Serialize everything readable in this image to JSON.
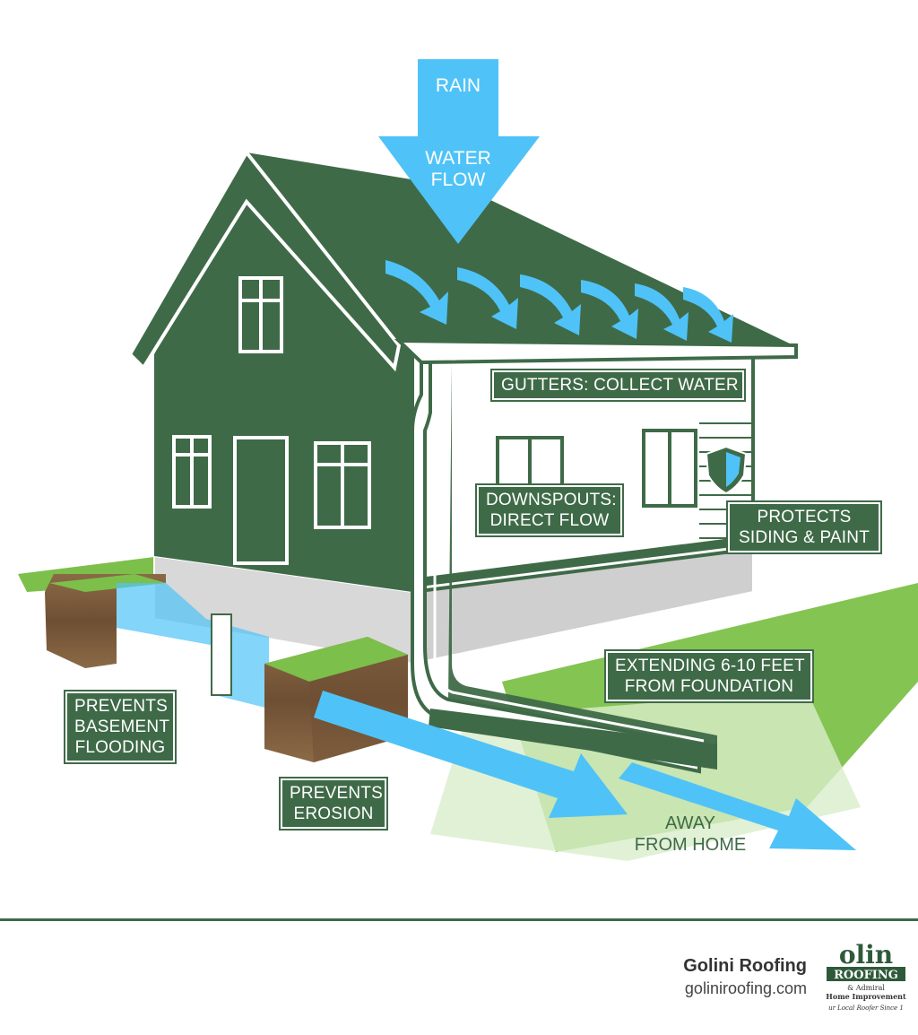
{
  "diagram": {
    "rain_label": "RAIN",
    "water_flow_label": [
      "WATER",
      "FLOW"
    ],
    "labels": {
      "gutters": "GUTTERS: COLLECT WATER",
      "downspouts": [
        "DOWNSPOUTS:",
        "DIRECT FLOW"
      ],
      "siding": [
        "PROTECTS",
        "SIDING & PAINT"
      ],
      "extending": [
        "EXTENDING 6-10 FEET",
        "FROM FOUNDATION"
      ],
      "basement": [
        "PREVENTS",
        "BASEMENT",
        "FLOODING"
      ],
      "erosion": [
        "PREVENTS",
        "EROSION"
      ],
      "away": [
        "AWAY",
        "FROM HOME"
      ]
    }
  },
  "footer": {
    "brand_name": "Golini Roofing",
    "brand_url": "goliniroofing.com",
    "logo": {
      "top": "olin",
      "band": "ROOFING",
      "line1": "& Admiral",
      "line2": "Home Improvement",
      "tagline": "ur Local Roofer Since 1"
    }
  },
  "colors": {
    "house_green": "#3f6a48",
    "water_blue": "#4fc3f7",
    "grass_green": "#7cbf4a"
  }
}
